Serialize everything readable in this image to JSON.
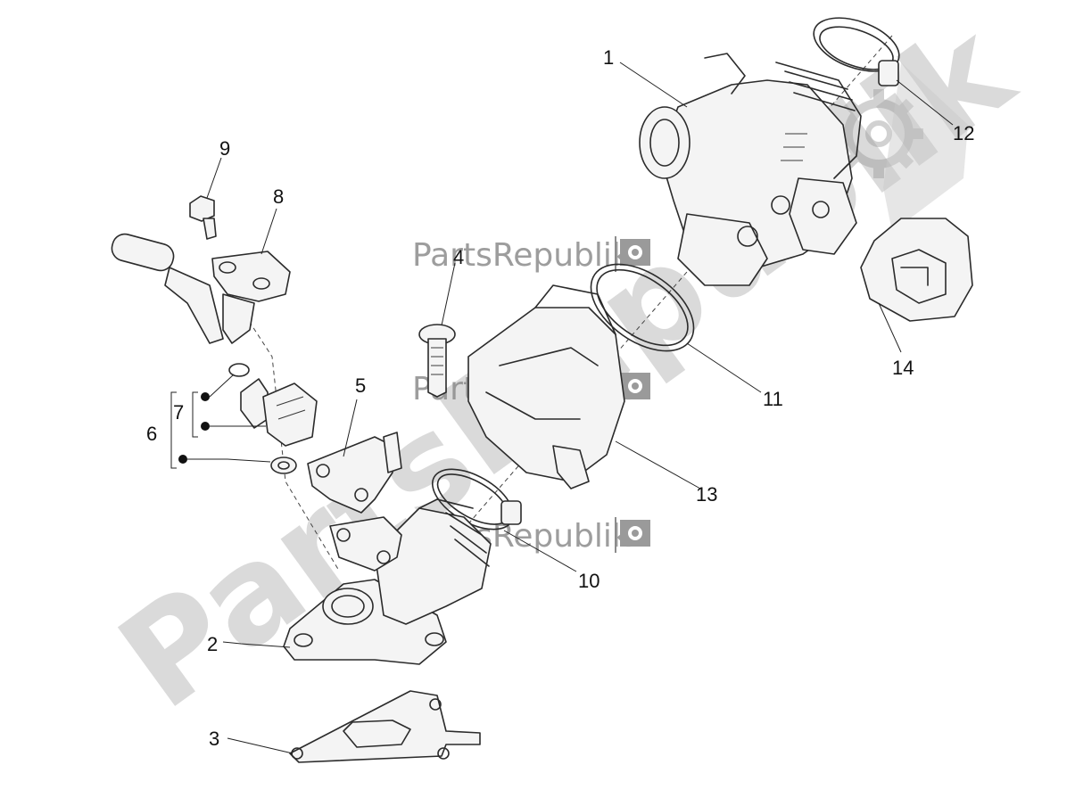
{
  "watermark": {
    "large": "PartsRepublik",
    "small": [
      "PartsRepublik",
      "PartsRepublik",
      "PartsRepublik"
    ]
  },
  "callouts": {
    "n1": "1",
    "n2": "2",
    "n3": "3",
    "n4": "4",
    "n5": "5",
    "n6": "6",
    "n7": "7",
    "n8": "8",
    "n9": "9",
    "n10": "10",
    "n11": "11",
    "n12": "12",
    "n13": "13",
    "n14": "14"
  },
  "colors": {
    "line": "#2b2b2b",
    "watermark": "#bdbdbd",
    "background": "#ffffff"
  },
  "icons": [
    "gear-icon",
    "flag-icon"
  ]
}
